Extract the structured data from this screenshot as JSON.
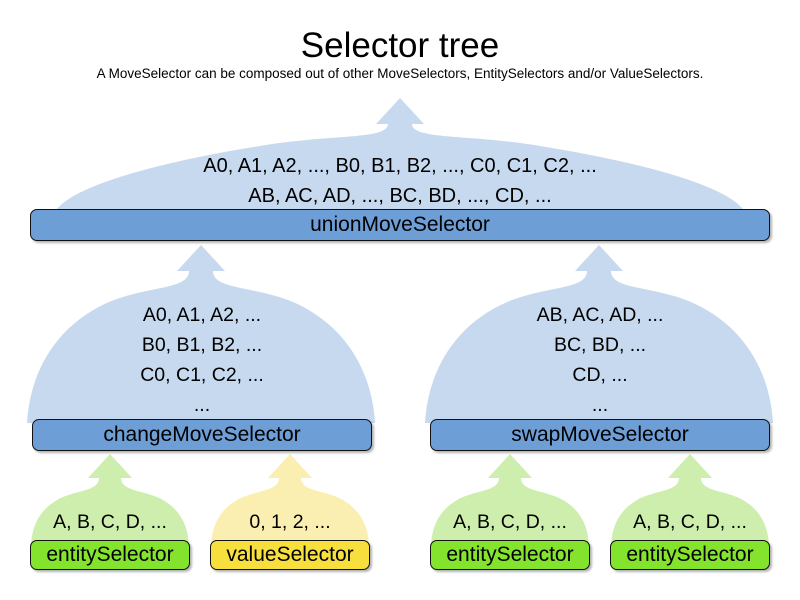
{
  "header": {
    "title": "Selector tree",
    "subtitle": "A MoveSelector can be composed out of other MoveSelectors, EntitySelectors and/or ValueSelectors."
  },
  "colors": {
    "move_selector_bar": "#6e9ed6",
    "move_selector_dome": "#c6d9ef",
    "entity_selector_bar": "#84e32c",
    "entity_selector_dome": "#cdeeac",
    "value_selector_bar": "#f7e03d",
    "value_selector_dome": "#faeeb0",
    "outline": "#111111",
    "background": "#ffffff"
  },
  "nodes": {
    "union": {
      "label": "unionMoveSelector",
      "contents": "A0, A1, A2, ..., B0, B1, B2, ..., C0, C1, C2, ...\nAB, AC, AD, ..., BC, BD, ..., CD, ..."
    },
    "change": {
      "label": "changeMoveSelector",
      "contents": "A0, A1, A2, ...\nB0, B1, B2, ...\nC0, C1, C2, ...\n..."
    },
    "swap": {
      "label": "swapMoveSelector",
      "contents": "AB, AC, AD, ...\nBC, BD, ...\nCD, ...\n..."
    },
    "entity_change": {
      "label": "entitySelector",
      "contents": "A, B, C, D, ..."
    },
    "value_change": {
      "label": "valueSelector",
      "contents": "0, 1, 2, ..."
    },
    "entity_swap_left": {
      "label": "entitySelector",
      "contents": "A, B, C, D, ..."
    },
    "entity_swap_right": {
      "label": "entitySelector",
      "contents": "A, B, C, D, ..."
    }
  }
}
